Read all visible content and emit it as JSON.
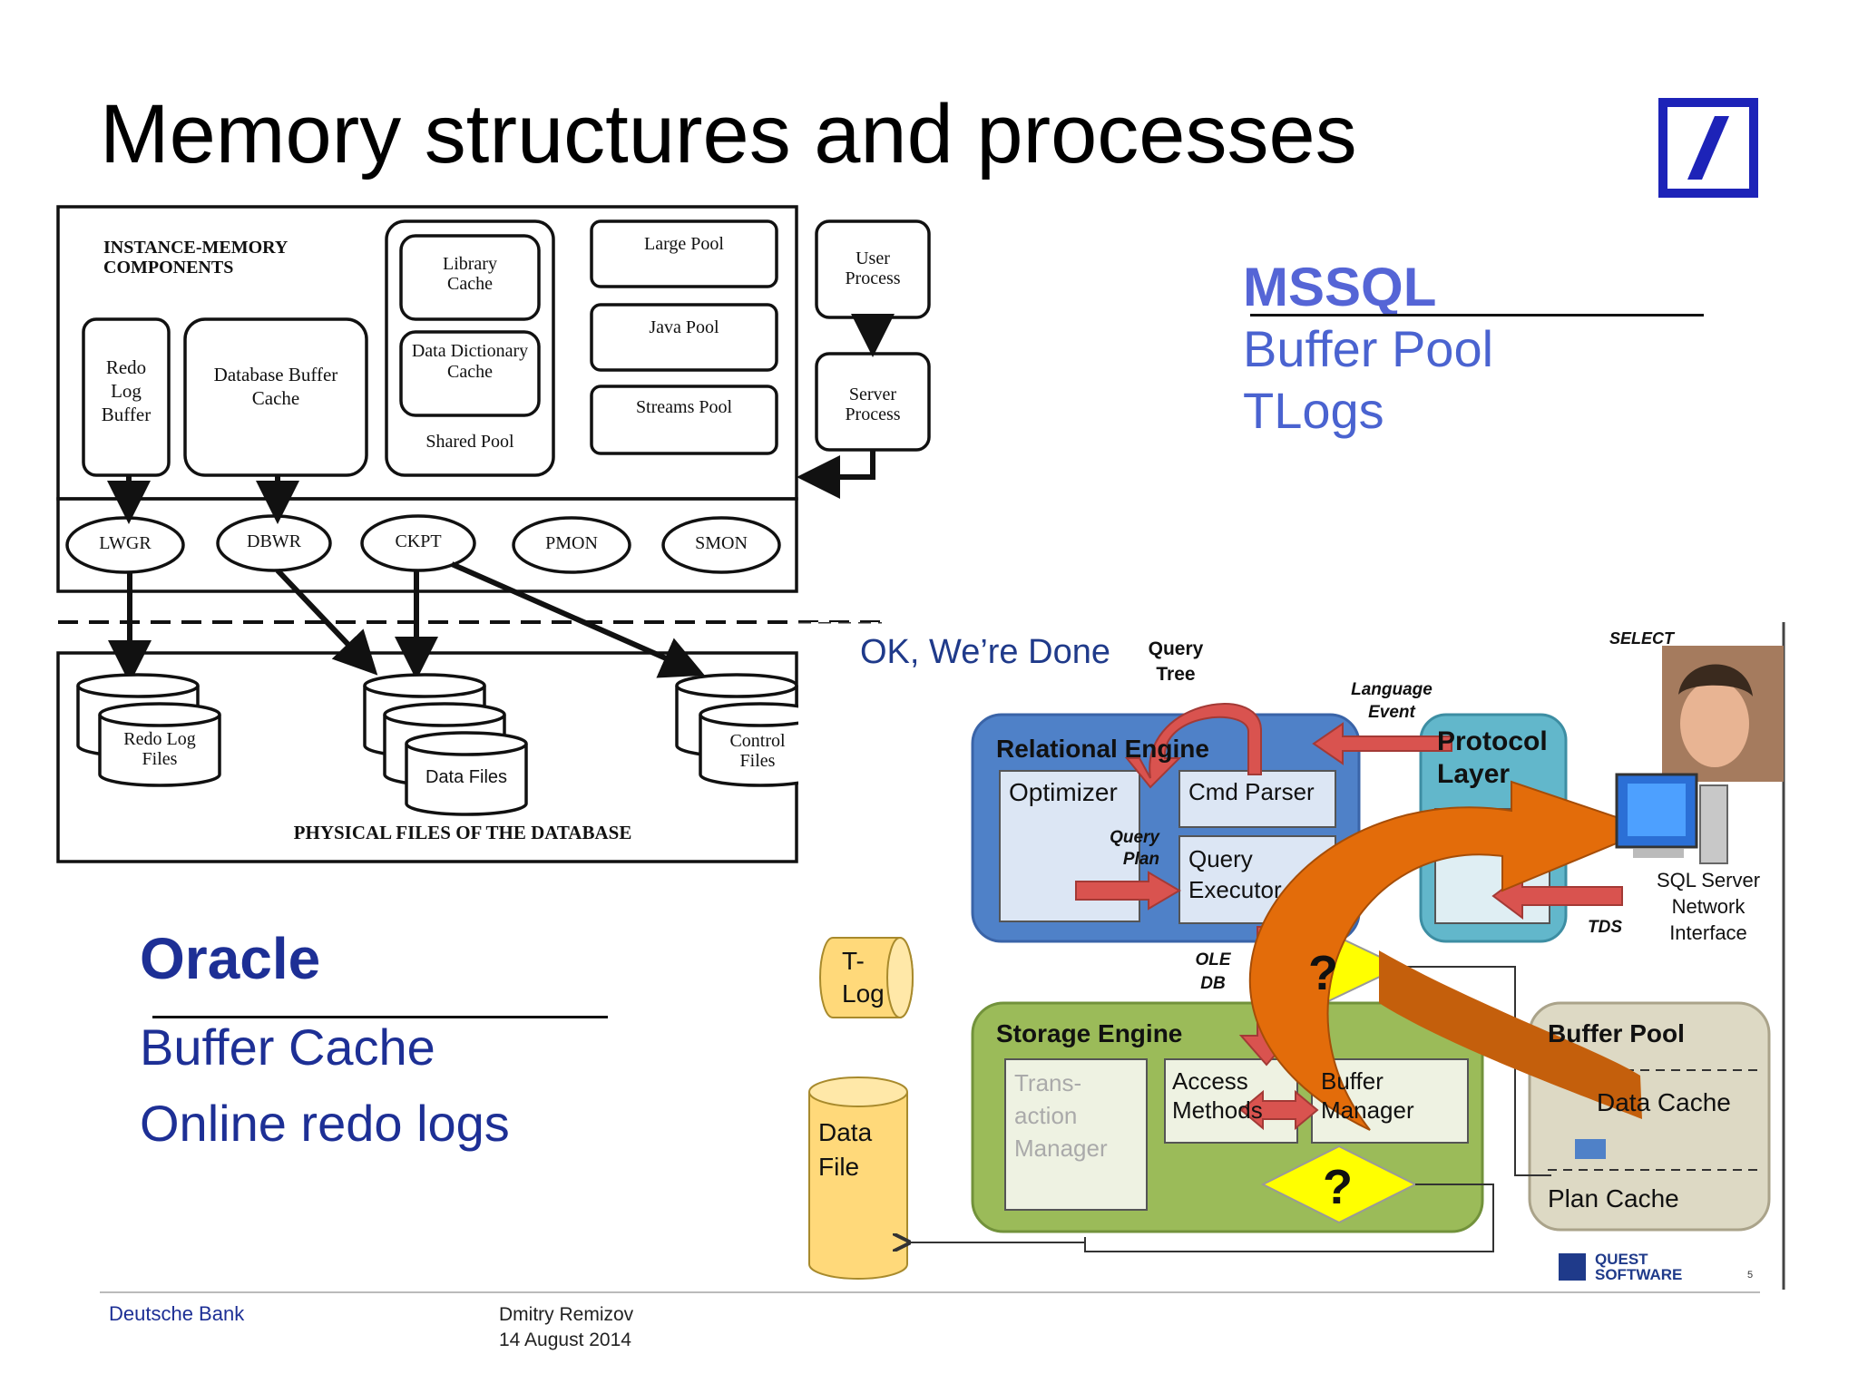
{
  "slide": {
    "title": "Memory structures and processes",
    "logo_icon": "deutsche-bank-logo",
    "brand_color": "#1d23b8"
  },
  "mssql": {
    "heading": "MSSQL",
    "items": [
      "Buffer Pool",
      "TLogs"
    ]
  },
  "oracle": {
    "heading": "Oracle",
    "items": [
      "Buffer Cache",
      "Online redo logs"
    ]
  },
  "oracle_diagram": {
    "section_title": "INSTANCE-MEMORY COMPONENTS",
    "redo_log_buffer": "Redo Log Buffer",
    "db_buffer_cache": "Database Buffer Cache",
    "library_cache": "Library Cache",
    "data_dictionary_cache": "Data Dictionary Cache",
    "shared_pool": "Shared Pool",
    "large_pool": "Large Pool",
    "java_pool": "Java Pool",
    "streams_pool": "Streams Pool",
    "user_process": "User Process",
    "server_process": "Server Process",
    "processes": [
      "LWGR",
      "DBWR",
      "CKPT",
      "PMON",
      "SMON"
    ],
    "redo_log_files": "Redo Log Files",
    "data_files": "Data Files",
    "control_files": "Control Files",
    "physical_files_title": "PHYSICAL FILES OF THE DATABASE"
  },
  "mssql_diagram": {
    "headline": "OK, We’re Done",
    "query_tree": "Query Tree",
    "select_label": "SELECT",
    "language_event": "Language Event",
    "relational_engine": "Relational Engine",
    "optimizer": "Optimizer",
    "cmd_parser": "Cmd Parser",
    "query_executor": "Query Executor",
    "query_plan": "Query Plan",
    "protocol_layer": "Protocol Layer",
    "sql_server_network_interface": "SQL Server Network Interface",
    "tds": "TDS",
    "t_log": "T-Log",
    "ole_db": "OLE DB",
    "question_mark": "?",
    "storage_engine": "Storage Engine",
    "transaction_manager": "Trans-action Manager",
    "access_methods": "Access Methods",
    "buffer_manager": "Buffer Manager",
    "data_file": "Data File",
    "buffer_pool": "Buffer Pool",
    "data_cache": "Data Cache",
    "plan_cache": "Plan Cache",
    "vendor": "QUEST SOFTWARE",
    "page_number": "5"
  },
  "footer": {
    "company": "Deutsche Bank",
    "author": "Dmitry Remizov",
    "date": "14 August 2014"
  }
}
